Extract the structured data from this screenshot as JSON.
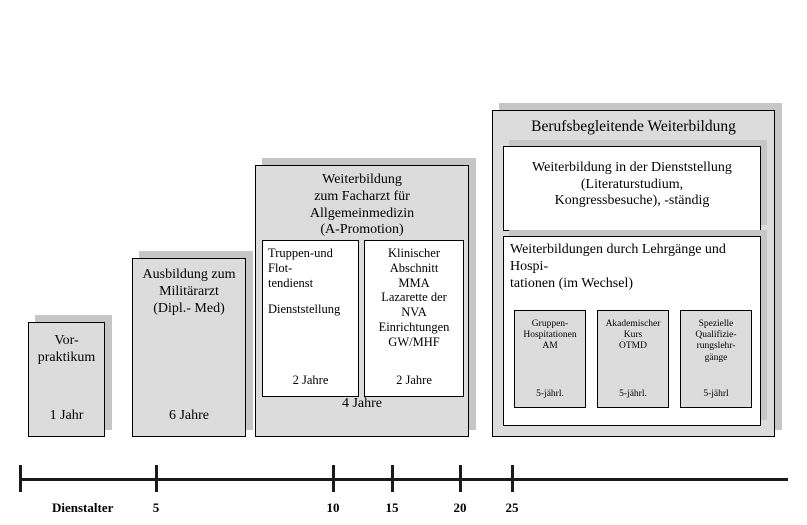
{
  "diagram": {
    "title_axis": "Dienstalter",
    "axis": {
      "ticks": [
        "0",
        "5",
        "10",
        "15",
        "20",
        "25"
      ],
      "labels_shown": [
        "",
        "5",
        "10",
        "15",
        "20",
        "25"
      ]
    },
    "colors": {
      "box_fill": "#dcdcdc",
      "panel_fill": "#ffffff",
      "shadow": "#c6c6c6",
      "stroke": "#000000",
      "axis": "#1a1a1a"
    }
  },
  "stage1": {
    "title": "Vor-\npraktikum",
    "title_line1": "Vor-",
    "title_line2": "praktikum",
    "duration": "1 Jahr"
  },
  "stage2": {
    "title_line1": "Ausbildung zum",
    "title_line2": "Militärarzt",
    "title_line3": "(Dipl.- Med)",
    "duration": "6 Jahre"
  },
  "stage3": {
    "title_line1": "Weiterbildung",
    "title_line2": "zum Facharzt für",
    "title_line3": "Allgemeinmedizin",
    "title_line4": "(A-Promotion)",
    "duration": "4 Jahre",
    "sub": [
      {
        "name": "truppen-und-flottendienst",
        "line1": "Truppen-und Flot-",
        "line2": "tendienst",
        "line3": "Dienststellung",
        "duration": "2 Jahre"
      },
      {
        "name": "klinischer-abschnitt",
        "line1": "Klinischer Abschnitt",
        "line2": "MMA",
        "line3": "Lazarette der NVA",
        "line4": "Einrichtungen",
        "line5": "GW/MHF",
        "duration": "2 Jahre"
      }
    ]
  },
  "stage4": {
    "title": "Berufsbegleitende Weiterbildung",
    "panel1": {
      "line1": "Weiterbildung in der Dienststellung",
      "line2": "(Literaturstudium,",
      "line3": "Kongressbesuche), -ständig"
    },
    "panel2": {
      "line1": "Weiterbildungen durch Lehrgänge und Hospi-",
      "line2": "tationen (im Wechsel)",
      "courses": [
        {
          "name": "gruppen-hospitationen",
          "line1": "Gruppen-",
          "line2": "Hospitationen",
          "line3": "AM",
          "line4": "",
          "line5": "",
          "interval": "5-jährl."
        },
        {
          "name": "akademischer-kurs",
          "line1": "Akademischer",
          "line2": "Kurs",
          "line3": "OTMD",
          "line4": "",
          "line5": "",
          "interval": "5-jährl."
        },
        {
          "name": "spezielle-qualifizierungslehrgaenge",
          "line1": "Spezielle",
          "line2": "Qualifizie-",
          "line3": "rungslehr-",
          "line4": "gänge",
          "line5": "",
          "interval": "5-jährl"
        }
      ]
    }
  }
}
